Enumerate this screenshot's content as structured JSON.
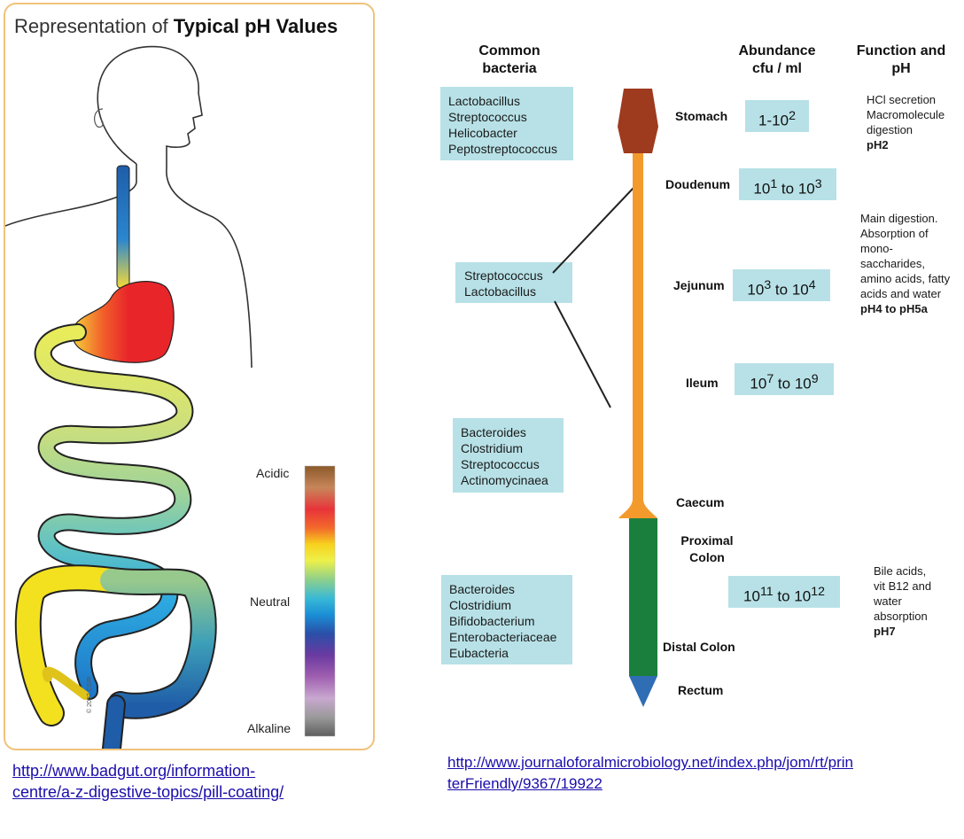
{
  "left": {
    "title_plain": "Representation of ",
    "title_bold": "Typical pH Values",
    "scale": {
      "acidic": "Acidic",
      "neutral": "Neutral",
      "alkaline": "Alkaline"
    },
    "copyright": "© 2007 CSIR"
  },
  "right": {
    "headers": {
      "bacteria": "Common bacteria",
      "abundance": "Abundance cfu / ml",
      "function": "Function and pH"
    },
    "bacteria_groups": [
      [
        "Lactobacillus",
        "Streptococcus",
        "Helicobacter",
        "Peptostreptococcus"
      ],
      [
        "Streptococcus",
        "Lactobacillus"
      ],
      [
        "Bacteroides",
        "Clostridium",
        "Streptococcus",
        "Actinomycinaea"
      ],
      [
        "Bacteroides",
        "Clostridium",
        "Bifidobacterium",
        "Enterobacteriaceae",
        "Eubacteria"
      ]
    ],
    "sites": [
      "Stomach",
      "Doudenum",
      "Jejunum",
      "Ileum",
      "Caecum",
      "Proximal Colon",
      "Distal Colon",
      "Rectum"
    ],
    "abundance": [
      {
        "base": "1-10",
        "exp": "2"
      },
      {
        "base1": "10",
        "exp1": "1",
        "mid": " to ",
        "base2": "10",
        "exp2": "3"
      },
      {
        "base1": "10",
        "exp1": "3",
        "mid": " to ",
        "base2": "10",
        "exp2": "4"
      },
      {
        "base1": "10",
        "exp1": "7",
        "mid": " to ",
        "base2": "10",
        "exp2": "9"
      },
      {
        "base1": "10",
        "exp1": "11",
        "mid": " to ",
        "base2": "10",
        "exp2": "12"
      }
    ],
    "functions": [
      {
        "lines": [
          "HCl secretion",
          "Macromolecule",
          "digestion"
        ],
        "ph": "pH2"
      },
      {
        "lines": [
          "Main digestion.",
          "Absorption of",
          "mono-",
          "saccharides,",
          "amino acids, fatty",
          "acids and water"
        ],
        "ph": "pH4 to pH5a"
      },
      {
        "lines": [
          "Bile acids,",
          "vit B12 and",
          "water",
          "absorption"
        ],
        "ph": "pH7"
      }
    ],
    "colors": {
      "box": "#b7e1e7",
      "stomach": "#9e3a1e",
      "small_intestine": "#f39a2d",
      "colon": "#1a7f3c",
      "rectum": "#2f6db5"
    }
  },
  "links": {
    "left": [
      "http://www.badgut.org/information-",
      "centre/a-z-digestive-topics/pill-coating/"
    ],
    "right": [
      "http://www.journaloforalmicrobiology.net/index.php/jom/rt/prin",
      "terFriendly/9367/19922"
    ]
  }
}
